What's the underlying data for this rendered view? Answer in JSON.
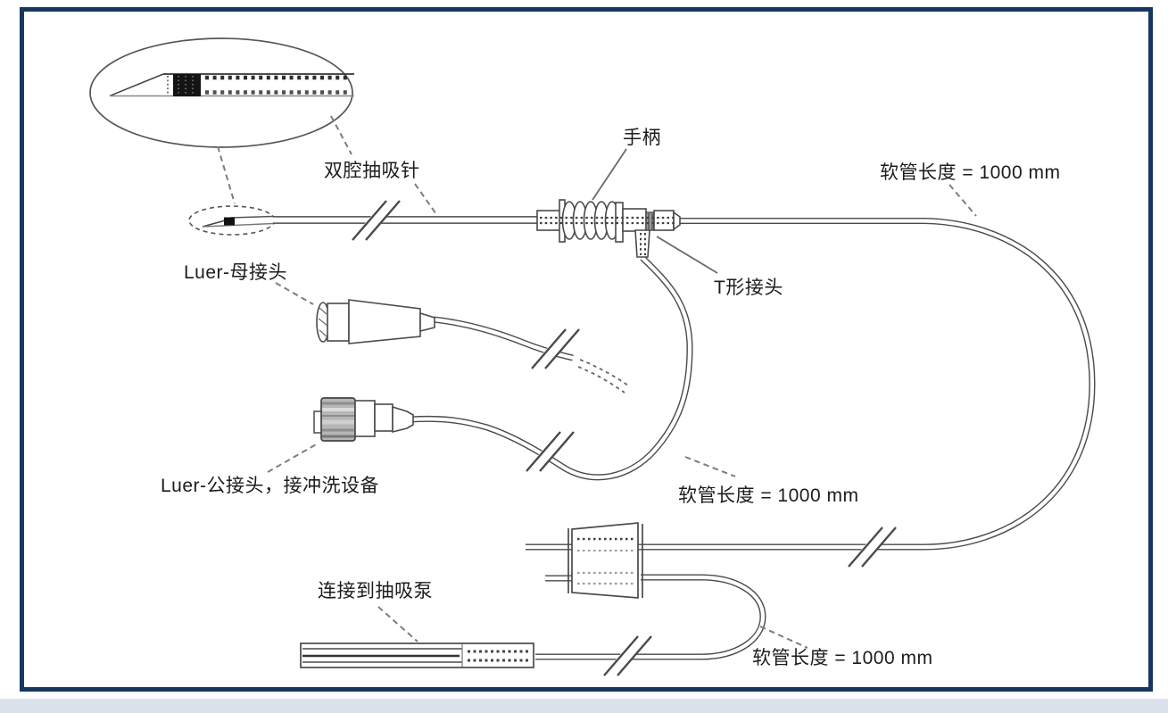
{
  "frame": {
    "border_color": "#17375E",
    "background": "#FFFFFF",
    "bottom_strip_color": "#DCE2E9"
  },
  "diagram": {
    "type": "medical-device-line-drawing",
    "line_color": "#4A4A4A",
    "male_cap_color": "#B6B6B6",
    "labels": {
      "handle": "手柄",
      "dual_lumen_needle": "双腔抽吸针",
      "tube_length_top": "软管长度 = 1000 mm",
      "luer_female": "Luer-母接头",
      "t_connector": "T形接头",
      "luer_male": "Luer-公接头，接冲洗设备",
      "tube_length_middle": "软管长度 = 1000 mm",
      "connect_suction_pump": "连接到抽吸泵",
      "tube_length_bottom": "软管长度 = 1000 mm"
    }
  }
}
